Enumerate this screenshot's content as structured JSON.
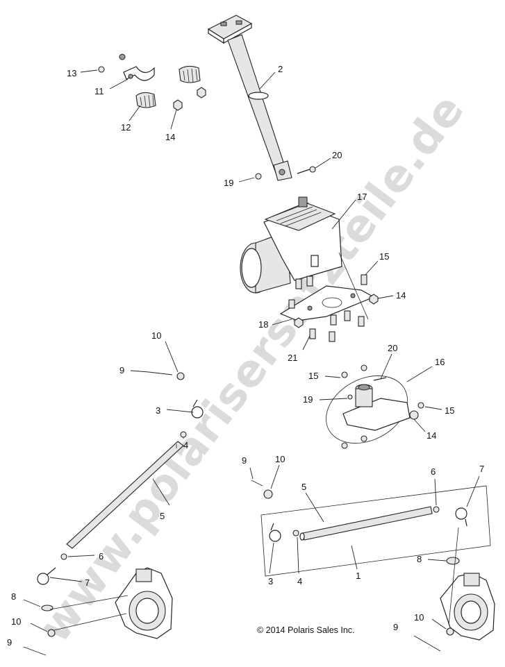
{
  "watermark": "www.polarisersatzteile.de",
  "copyright": "© 2014 Polaris Sales Inc.",
  "callouts": [
    {
      "id": "c13a",
      "text": "13"
    },
    {
      "id": "c11",
      "text": "11"
    },
    {
      "id": "c12",
      "text": "12"
    },
    {
      "id": "c14a",
      "text": "14"
    },
    {
      "id": "c2",
      "text": "2"
    },
    {
      "id": "c19a",
      "text": "19"
    },
    {
      "id": "c20a",
      "text": "20"
    },
    {
      "id": "c17",
      "text": "17"
    },
    {
      "id": "c15a",
      "text": "15"
    },
    {
      "id": "c14b",
      "text": "14"
    },
    {
      "id": "c18",
      "text": "18"
    },
    {
      "id": "c21",
      "text": "21"
    },
    {
      "id": "c10a",
      "text": "10"
    },
    {
      "id": "c9a",
      "text": "9"
    },
    {
      "id": "c20b",
      "text": "20"
    },
    {
      "id": "c16",
      "text": "16"
    },
    {
      "id": "c15b",
      "text": "15"
    },
    {
      "id": "c19b",
      "text": "19"
    },
    {
      "id": "c15c",
      "text": "15"
    },
    {
      "id": "c14c",
      "text": "14"
    },
    {
      "id": "c3a",
      "text": "3"
    },
    {
      "id": "c4a",
      "text": "4"
    },
    {
      "id": "c5a",
      "text": "5"
    },
    {
      "id": "c9b",
      "text": "9"
    },
    {
      "id": "c10b",
      "text": "10"
    },
    {
      "id": "c6a",
      "text": "6"
    },
    {
      "id": "c7a",
      "text": "7"
    },
    {
      "id": "c5b",
      "text": "5"
    },
    {
      "id": "c6b",
      "text": "6"
    },
    {
      "id": "c7b",
      "text": "7"
    },
    {
      "id": "c8a",
      "text": "8"
    },
    {
      "id": "c3b",
      "text": "3"
    },
    {
      "id": "c4b",
      "text": "4"
    },
    {
      "id": "c1",
      "text": "1"
    },
    {
      "id": "c8b",
      "text": "8"
    },
    {
      "id": "c10c",
      "text": "10"
    },
    {
      "id": "c9c",
      "text": "9"
    },
    {
      "id": "c10d",
      "text": "10"
    },
    {
      "id": "c9d",
      "text": "9"
    }
  ]
}
